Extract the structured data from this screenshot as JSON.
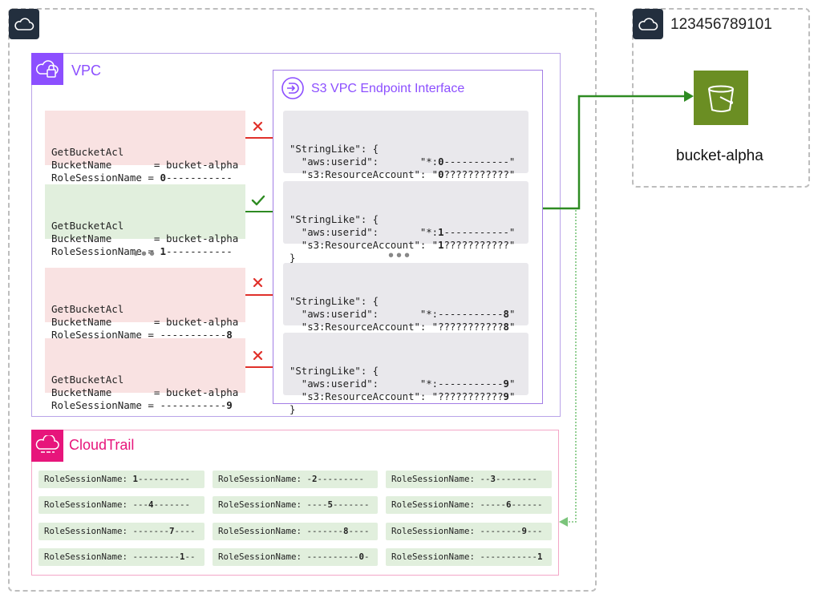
{
  "vpc": {
    "label": "VPC"
  },
  "endpoint": {
    "title": "S3 VPC Endpoint Interface"
  },
  "requests": [
    {
      "action": "GetBucketAcl",
      "bucket_line": "BucketName       = bucket-alpha",
      "session_prefix": "RoleSessionName = ",
      "session_pre": "",
      "session_bold": "0",
      "session_post": "-----------",
      "status": "denied"
    },
    {
      "action": "GetBucketAcl",
      "bucket_line": "BucketName       = bucket-alpha",
      "session_prefix": "RoleSessionName = ",
      "session_pre": "",
      "session_bold": "1",
      "session_post": "-----------",
      "status": "allowed"
    },
    {
      "action": "GetBucketAcl",
      "bucket_line": "BucketName       = bucket-alpha",
      "session_prefix": "RoleSessionName = ",
      "session_pre": "-----------",
      "session_bold": "8",
      "session_post": "",
      "status": "denied"
    },
    {
      "action": "GetBucketAcl",
      "bucket_line": "BucketName       = bucket-alpha",
      "session_prefix": "RoleSessionName = ",
      "session_pre": "-----------",
      "session_bold": "9",
      "session_post": "",
      "status": "denied"
    }
  ],
  "ellipsis": "•••",
  "policies": [
    {
      "open": "\"StringLike\": {",
      "userid_prefix": "  \"aws:userid\":       \"*:",
      "userid_bold": "0",
      "userid_post": "-----------\"",
      "account_prefix": "  \"s3:ResourceAccount\": \"",
      "account_pre": "",
      "account_bold": "0",
      "account_post": "???????????\"",
      "close": "}"
    },
    {
      "open": "\"StringLike\": {",
      "userid_prefix": "  \"aws:userid\":       \"*:",
      "userid_bold": "1",
      "userid_post": "-----------\"",
      "account_prefix": "  \"s3:ResourceAccount\": \"",
      "account_pre": "",
      "account_bold": "1",
      "account_post": "???????????\"",
      "close": "}"
    },
    {
      "open": "\"StringLike\": {",
      "userid_prefix": "  \"aws:userid\":       \"*:",
      "userid_bold": "8",
      "userid_post": "\"",
      "userid_pre": "-----------",
      "account_prefix": "  \"s3:ResourceAccount\": \"",
      "account_pre": "???????????",
      "account_bold": "8",
      "account_post": "\"",
      "close": "}"
    },
    {
      "open": "\"StringLike\": {",
      "userid_prefix": "  \"aws:userid\":       \"*:",
      "userid_bold": "9",
      "userid_post": "\"",
      "userid_pre": "-----------",
      "account_prefix": "  \"s3:ResourceAccount\": \"",
      "account_pre": "???????????",
      "account_bold": "9",
      "account_post": "\"",
      "close": "}"
    }
  ],
  "cloudtrail": {
    "label": "CloudTrail",
    "logs": [
      {
        "prefix": "RoleSessionName: ",
        "pre": "",
        "bold": "1",
        "post": "----------"
      },
      {
        "prefix": "RoleSessionName: ",
        "pre": "-",
        "bold": "2",
        "post": "---------"
      },
      {
        "prefix": "RoleSessionName: ",
        "pre": "--",
        "bold": "3",
        "post": "--------"
      },
      {
        "prefix": "RoleSessionName: ",
        "pre": "---",
        "bold": "4",
        "post": "-------"
      },
      {
        "prefix": "RoleSessionName: ",
        "pre": "----",
        "bold": "5",
        "post": "-------"
      },
      {
        "prefix": "RoleSessionName: ",
        "pre": "-----",
        "bold": "6",
        "post": "------"
      },
      {
        "prefix": "RoleSessionName: ",
        "pre": "-------",
        "bold": "7",
        "post": "----"
      },
      {
        "prefix": "RoleSessionName: ",
        "pre": "-------",
        "bold": "8",
        "post": "----"
      },
      {
        "prefix": "RoleSessionName: ",
        "pre": "--------",
        "bold": "9",
        "post": "---"
      },
      {
        "prefix": "RoleSessionName: ",
        "pre": "---------",
        "bold": "1",
        "post": "--"
      },
      {
        "prefix": "RoleSessionName: ",
        "pre": "----------",
        "bold": "0",
        "post": "-"
      },
      {
        "prefix": "RoleSessionName: ",
        "pre": "-----------",
        "bold": "1",
        "post": ""
      }
    ]
  },
  "target": {
    "account_id": "123456789101",
    "bucket_name": "bucket-alpha"
  },
  "colors": {
    "deny": "#e0302a",
    "allow": "#2e8b22",
    "flow": "#2e8b22",
    "log_flow": "#7bc47b",
    "vpc": "#8c4fff",
    "cloudtrail": "#e7157b",
    "s3": "#6b8e23"
  },
  "icons": {
    "account": "cloud-icon",
    "vpc": "vpc-cloud-lock-icon",
    "endpoint": "endpoint-icon",
    "cloudtrail": "cloudtrail-icon",
    "bucket": "s3-bucket-icon",
    "denied": "cross-icon",
    "allowed": "check-icon"
  }
}
